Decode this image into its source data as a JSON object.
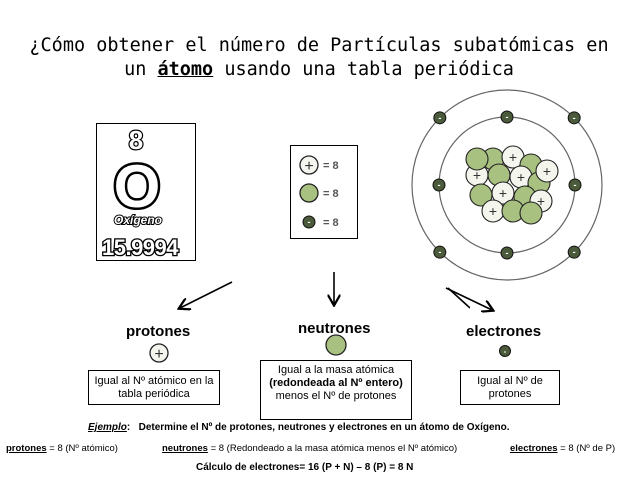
{
  "title": {
    "line1": "¿Cómo obtener el número de Partículas subatómicas en",
    "line2_pre": "un ",
    "line2_emph": "átomo",
    "line2_post": " usando una tabla periódica"
  },
  "element": {
    "number": "8",
    "symbol": "O",
    "name": "Oxígeno",
    "mass": "15.9994"
  },
  "legend": {
    "proton_sign": "+",
    "electron_sign": "-",
    "eq_proton": "= 8",
    "eq_neutron": "= 8",
    "eq_electron": "= 8"
  },
  "atom": {
    "nucleus_sign": "+",
    "electron_sign": "-"
  },
  "labels": {
    "protons": "protones",
    "neutrons": "neutrones",
    "electrons": "electrones"
  },
  "boxes": {
    "protons": "Igual al  Nº atómico en la tabla periódica",
    "neutrons_pre": "Igual a la masa atómica ",
    "neutrons_bold": "(redondeada al Nº entero)",
    "neutrons_post": " menos el Nº de protones",
    "electrons": "Igual al Nº de protones"
  },
  "example": {
    "label": "Ejemplo",
    "colon": ":",
    "text": "Determine el Nº de protones, neutrones y electrones en un átomo de Oxígeno."
  },
  "results": {
    "protons_label": "protones",
    "protons_text": " = 8 (Nº atómico)",
    "neutrons_label": "neutrones",
    "neutrons_text": " = 8 (Redondeado a la masa atómica menos el Nº atómico)",
    "electrons_label": "electrones",
    "electrons_text": " = 8 (Nº de P)"
  },
  "calc": "Cálculo de electrones= 16 (P + N) – 8 (P) = 8 N",
  "colors": {
    "electron": "#4a5a3a",
    "neutron": "#a8c080",
    "proton": "#f4f6ee",
    "ring": "#6b6b6b"
  }
}
